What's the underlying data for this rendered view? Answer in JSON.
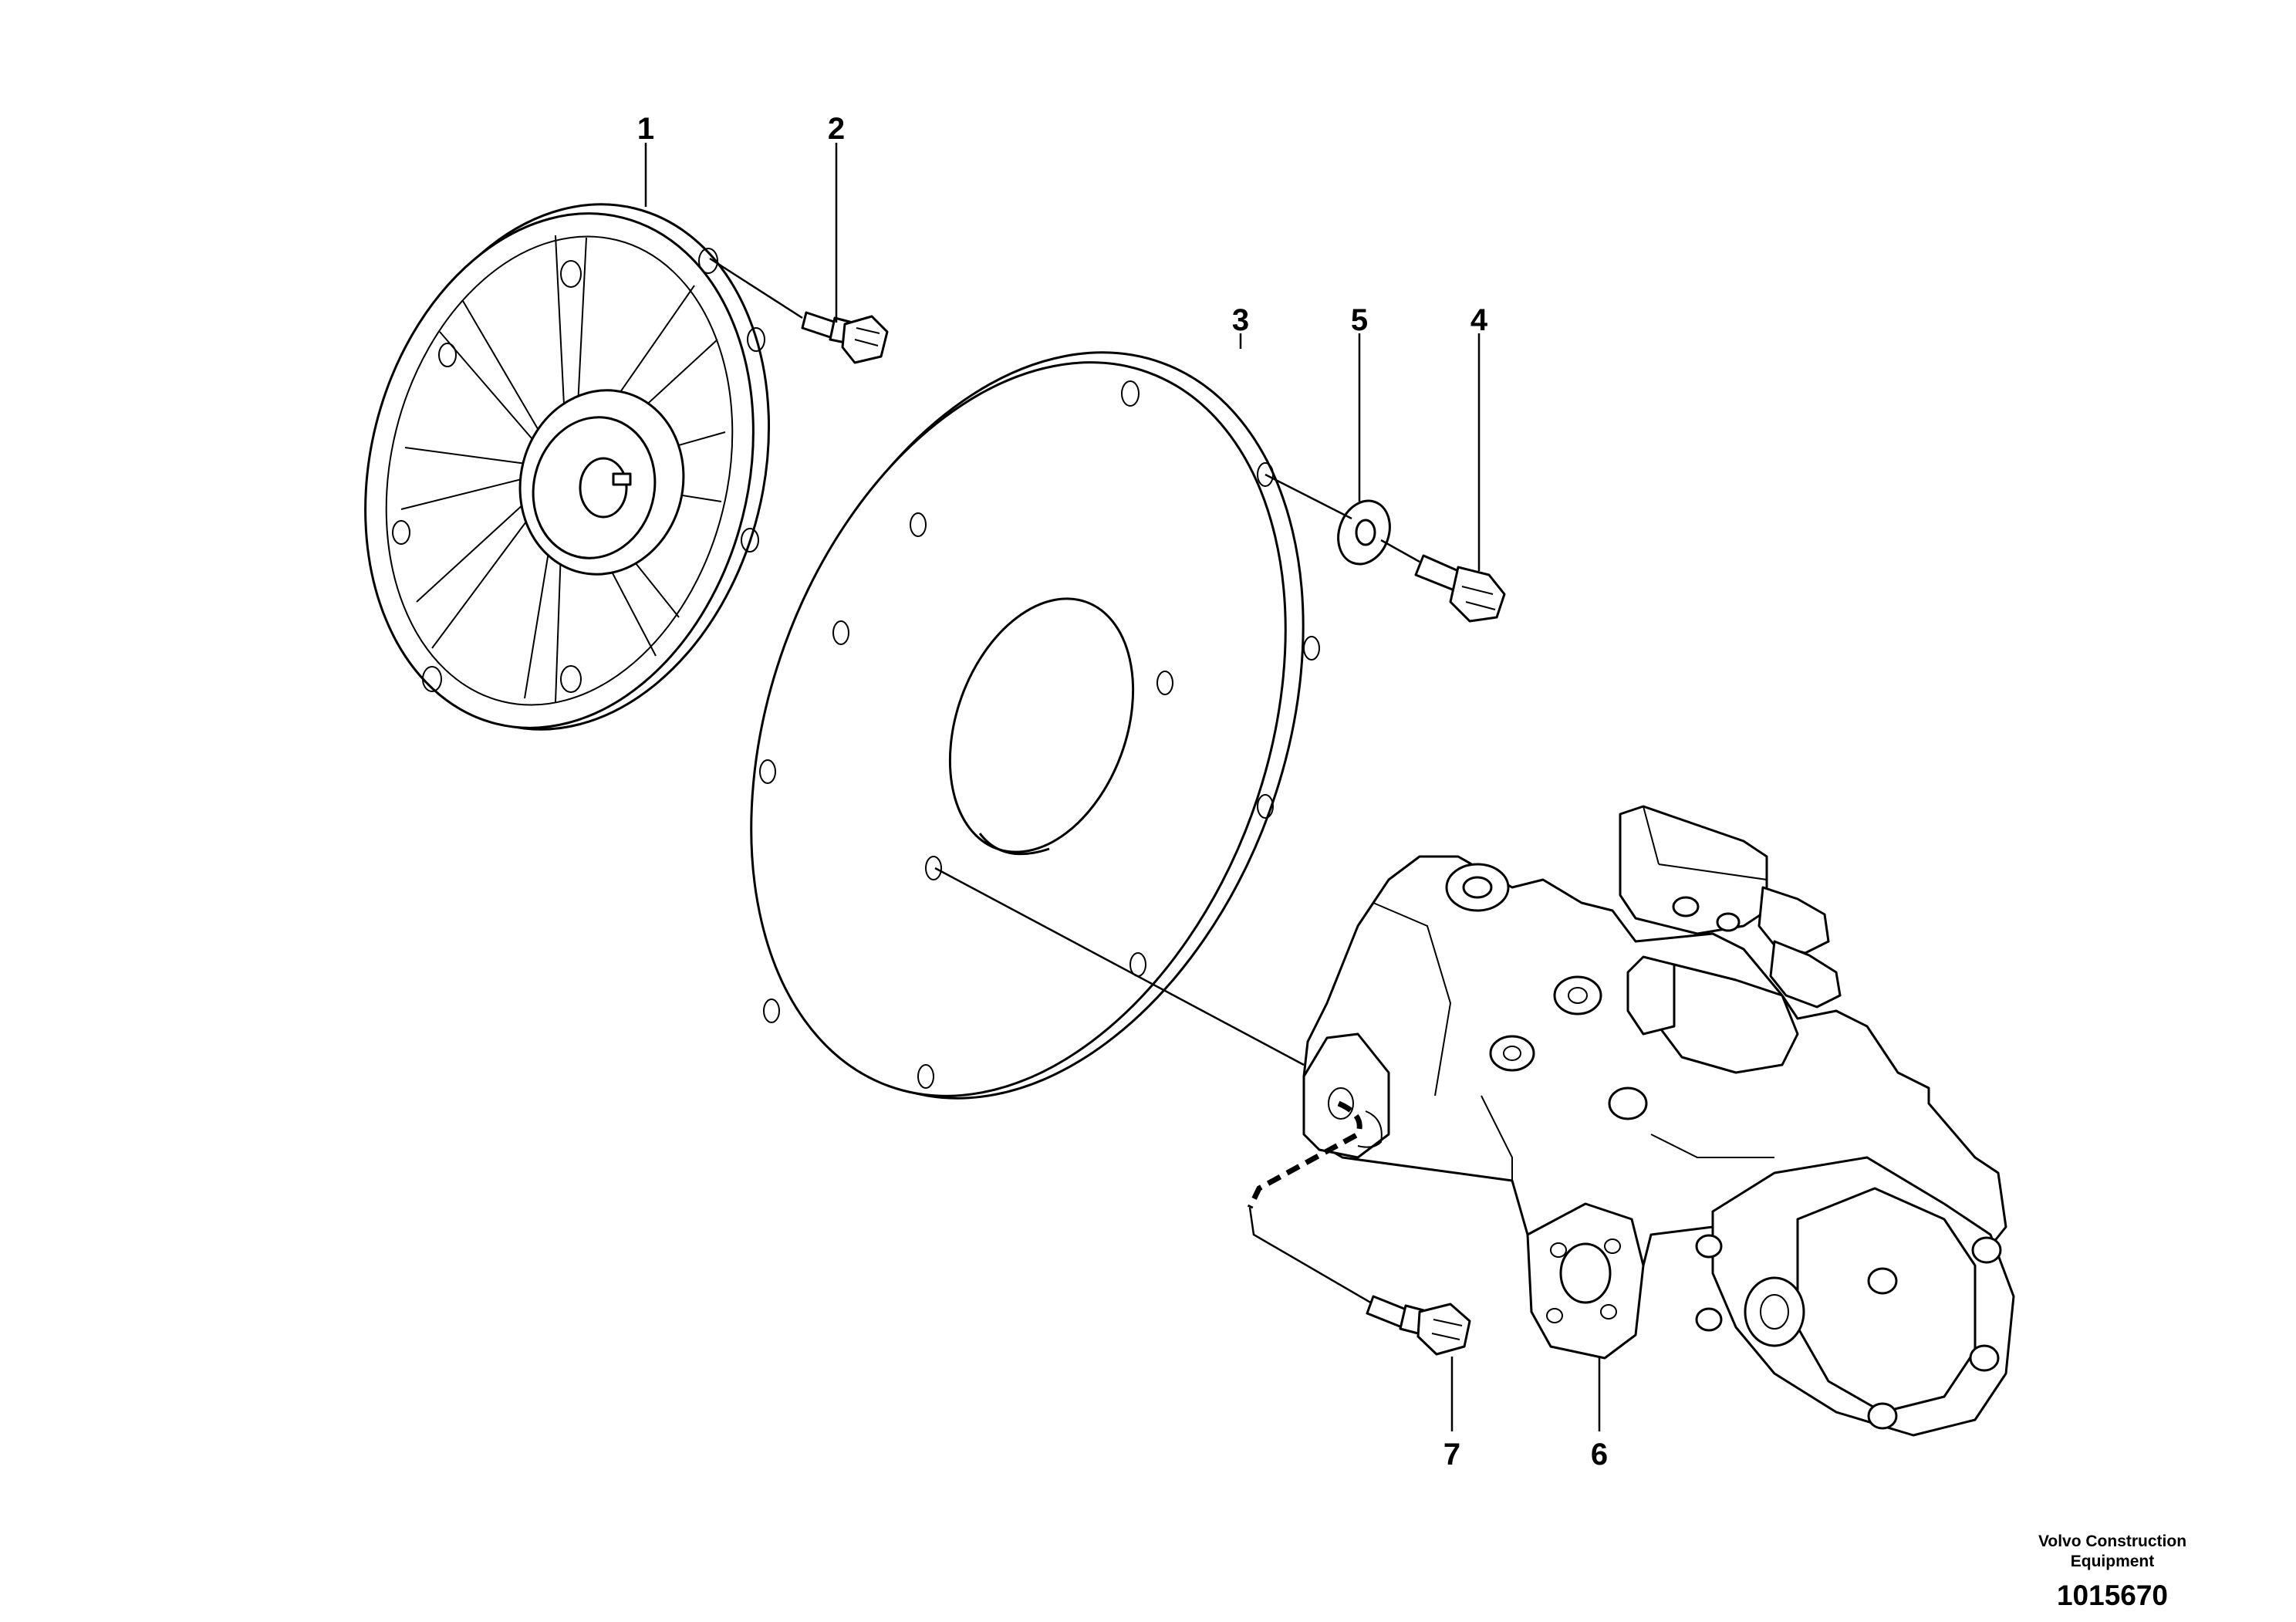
{
  "callouts": [
    {
      "id": "1",
      "label": "1"
    },
    {
      "id": "2",
      "label": "2"
    },
    {
      "id": "3",
      "label": "3"
    },
    {
      "id": "4",
      "label": "4"
    },
    {
      "id": "5",
      "label": "5"
    },
    {
      "id": "6",
      "label": "6"
    },
    {
      "id": "7",
      "label": "7"
    }
  ],
  "footer": {
    "brand_line1": "Volvo Construction",
    "brand_line2": "Equipment",
    "document_number": "1015670"
  },
  "colors": {
    "line": "#000000",
    "background": "#ffffff"
  }
}
